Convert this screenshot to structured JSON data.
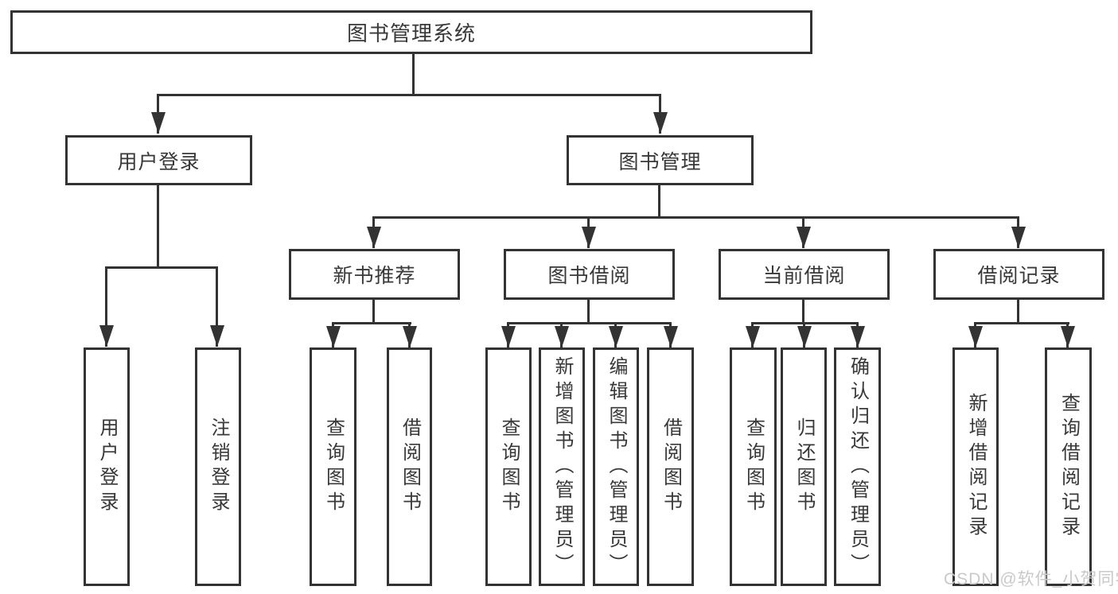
{
  "diagram": {
    "title": "图书管理系统",
    "level2": [
      {
        "label": "用户登录"
      },
      {
        "label": "图书管理"
      }
    ],
    "level3": [
      {
        "label": "新书推荐"
      },
      {
        "label": "图书借阅"
      },
      {
        "label": "当前借阅"
      },
      {
        "label": "借阅记录"
      }
    ],
    "leaves": {
      "user_login": [
        {
          "label": "用户登录"
        },
        {
          "label": "注销登录"
        }
      ],
      "new_book": [
        {
          "label": "查询图书"
        },
        {
          "label": "借阅图书"
        }
      ],
      "book_borrow": [
        {
          "label": "查询图书"
        },
        {
          "label": "新增图书（管理员）"
        },
        {
          "label": "编辑图书（管理员）"
        },
        {
          "label": "借阅图书"
        }
      ],
      "current_borrow": [
        {
          "label": "查询图书"
        },
        {
          "label": "归还图书"
        },
        {
          "label": "确认归还（管理员）"
        }
      ],
      "borrow_record": [
        {
          "label": "新增借阅记录"
        },
        {
          "label": "查询借阅记录"
        }
      ]
    }
  },
  "watermark": {
    "text": "CSDN @软件_小贺同学"
  },
  "colors": {
    "line": "#333333",
    "text": "#383838",
    "watermark": "#c9c9c9",
    "background": "#ffffff"
  }
}
